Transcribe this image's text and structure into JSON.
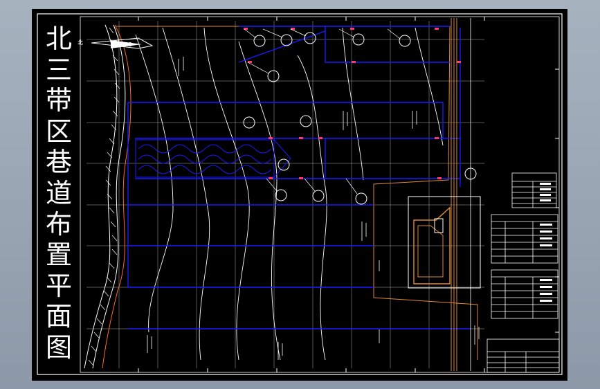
{
  "drawing": {
    "title_chars": [
      "北",
      "三",
      "带",
      "区",
      "巷",
      "道",
      "布",
      "置",
      "平",
      "面",
      "图"
    ],
    "north_label": "北",
    "colors": {
      "sheet_bg": "#000000",
      "frame": "#ffffff",
      "roadway": "#1a1aff",
      "contour": "#ffffff",
      "boundary": "#e08a2c",
      "marker": "#ff3b6a",
      "mine_edge": "#ff6a2a"
    }
  }
}
